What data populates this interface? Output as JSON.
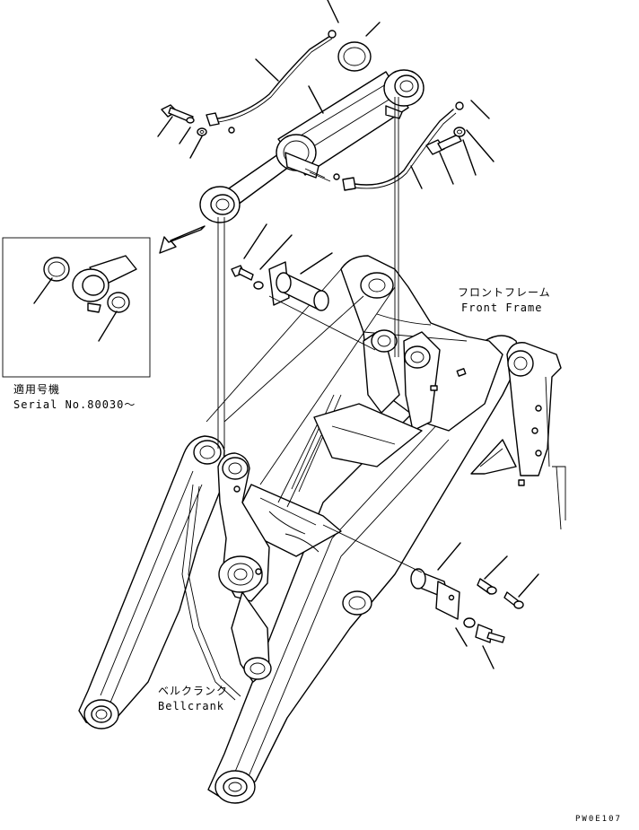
{
  "labels": {
    "front_frame_jp": "フロントフレーム",
    "front_frame_en": "Front Frame",
    "serial_jp": "適用号機",
    "serial_en": "Serial No.80030～",
    "bellcrank_jp": "ベルクランク",
    "bellcrank_en": "Bellcrank"
  },
  "drawing_code": "PW0E107"
}
